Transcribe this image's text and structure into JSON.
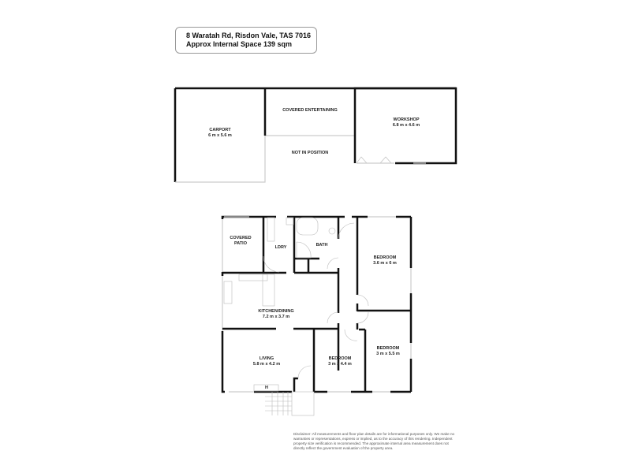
{
  "header": {
    "address": "8 Waratah Rd, Risdon Vale, TAS 7016",
    "internal_space": "Approx Internal Space 139  sqm"
  },
  "rooms": {
    "carport": {
      "name": "CARPORT",
      "size": "6 m x 5.6 m"
    },
    "covered_entertaining": {
      "name": "COVERED ENTERTAINING"
    },
    "not_in_position": {
      "name": "NOT IN POSITION"
    },
    "workshop": {
      "name": "WORKSHOP",
      "size": "6.8 m x 4.6 m"
    },
    "covered_patio": {
      "name": "COVERED",
      "name2": "PATIO"
    },
    "laundry": {
      "name": "LDRY"
    },
    "bath": {
      "name": "BATH"
    },
    "bedroom1": {
      "name": "BEDROOM",
      "size": "3.6 m x 6 m"
    },
    "kitchen_dining": {
      "name": "KITCHEN/DINING",
      "size": "7.2 m x 3.7 m"
    },
    "bedroom2": {
      "name": "BEDROOM",
      "size": "3 m x 5.5 m"
    },
    "living": {
      "name": "LIVING",
      "size": "5.8 m x 4.2 m"
    },
    "bedroom3": {
      "name": "BEDROOM",
      "size": "3 m x 4.4 m"
    },
    "heater": {
      "name": "H"
    }
  },
  "disclaimer": "Disclaimer: All measurements and floor plan details are for informational purposes only. We  make no warranties or representations, express or implied, as to the accuracy of this rendering. Independent property size verification is recommended. The approximate internal area measurement does not directly reflect the government evaluation of the property area."
}
